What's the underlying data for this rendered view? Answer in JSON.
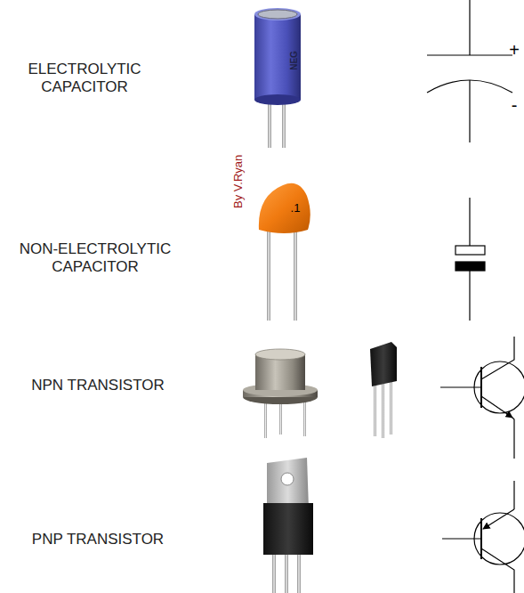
{
  "diagram": {
    "labels": [
      "ELECTROLYTIC CAPACITOR",
      "NEG",
      "+",
      "-",
      "By V.Ryan",
      "NON-ELECTROLYTIC CAPACITOR",
      ".1",
      "NPN TRANSISTOR",
      "PNP TRANSISTOR"
    ]
  }
}
